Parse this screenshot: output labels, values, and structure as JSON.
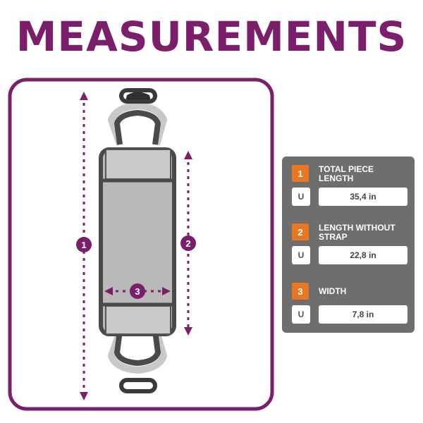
{
  "title": "MEASUREMENTS",
  "colors": {
    "accent": "#7b1f6c",
    "number_badge": "#e87722",
    "panel": "#6e6e6e"
  },
  "diagram": {
    "markers": [
      "1",
      "2",
      "3"
    ]
  },
  "measurements": [
    {
      "number": "1",
      "label": "TOTAL PIECE LENGTH",
      "unit": "U",
      "value": "35,4 in"
    },
    {
      "number": "2",
      "label": "LENGTH WITHOUT STRAP",
      "unit": "U",
      "value": "22,8 in"
    },
    {
      "number": "3",
      "label": "WIDTH",
      "unit": "U",
      "value": "7,8 in"
    }
  ]
}
